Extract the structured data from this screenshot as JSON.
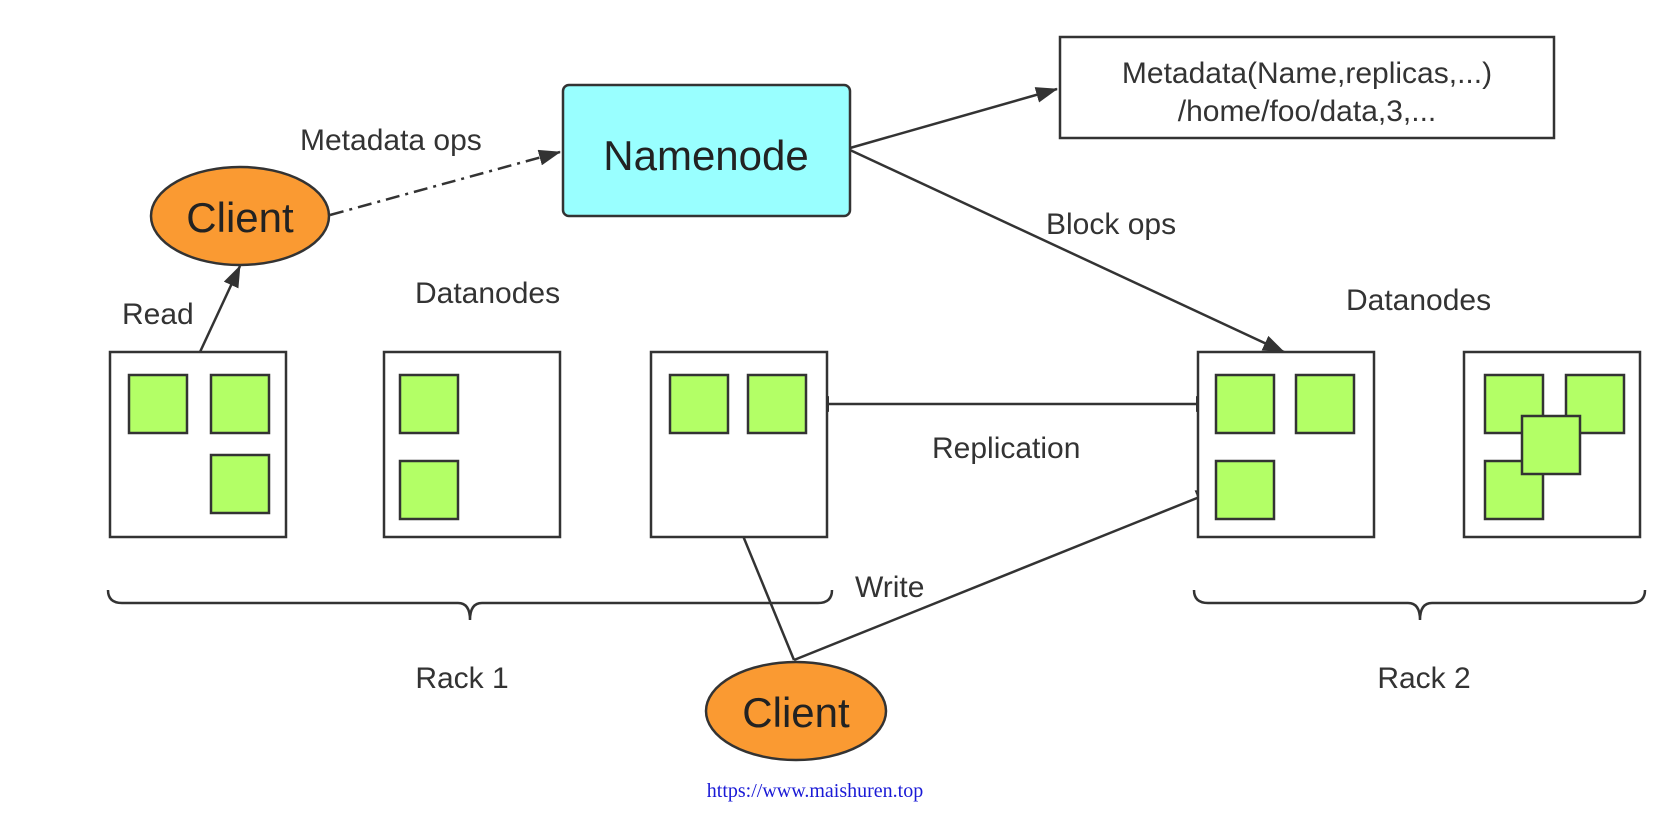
{
  "labels": {
    "client_top": "Client",
    "client_bottom": "Client",
    "namenode": "Namenode",
    "metadata_line1": "Metadata(Name,replicas,...)",
    "metadata_line2": "/home/foo/data,3,...",
    "metadata_ops": "Metadata ops",
    "block_ops": "Block ops",
    "read": "Read",
    "write": "Write",
    "replication": "Replication",
    "datanodes_left": "Datanodes",
    "datanodes_right": "Datanodes",
    "rack1": "Rack 1",
    "rack2": "Rack 2",
    "watermark": "https://www.maishuren.top"
  },
  "colors": {
    "client_fill": "#fa9a32",
    "namenode_fill": "#99ffff",
    "block_fill": "#b3ff66",
    "stroke": "#333333",
    "watermark": "#1a1ad6"
  }
}
